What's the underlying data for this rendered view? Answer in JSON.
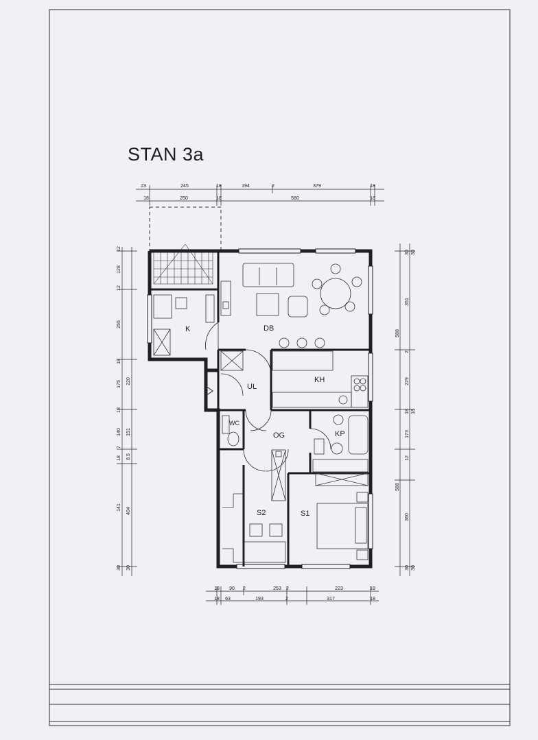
{
  "plan": {
    "title": "STAN 3a",
    "rooms": [
      {
        "id": "K",
        "label": "K"
      },
      {
        "id": "DB",
        "label": "DB"
      },
      {
        "id": "UL",
        "label": "UL"
      },
      {
        "id": "KH",
        "label": "KH"
      },
      {
        "id": "WC",
        "label": "WC"
      },
      {
        "id": "OG",
        "label": "OG"
      },
      {
        "id": "KP",
        "label": "KP"
      },
      {
        "id": "S2",
        "label": "S2"
      },
      {
        "id": "S1",
        "label": "S1"
      }
    ],
    "dims": {
      "top_outer": [
        "23",
        "245",
        "18",
        "194",
        "2",
        "379",
        "18"
      ],
      "top_inner": [
        "18",
        "250",
        "18",
        "580",
        "18"
      ],
      "bottom_inner": [
        "18",
        "90",
        "2",
        "253",
        "2",
        "223",
        "18"
      ],
      "bottom_outer": [
        "18",
        "63",
        "193",
        "2",
        "317",
        "18"
      ],
      "left_outer": [
        "12",
        "128",
        "12",
        "255",
        "18",
        "175",
        "18",
        "140",
        "7",
        "18",
        "141",
        "30"
      ],
      "left_inner": [
        "220",
        "151",
        "8.5",
        "404",
        "30"
      ],
      "right_inner": [
        "30",
        "351",
        "588",
        "2",
        "229",
        "18",
        "173",
        "12",
        "588",
        "360",
        "30"
      ],
      "right_outer": [
        "30",
        "18",
        "30"
      ]
    }
  }
}
